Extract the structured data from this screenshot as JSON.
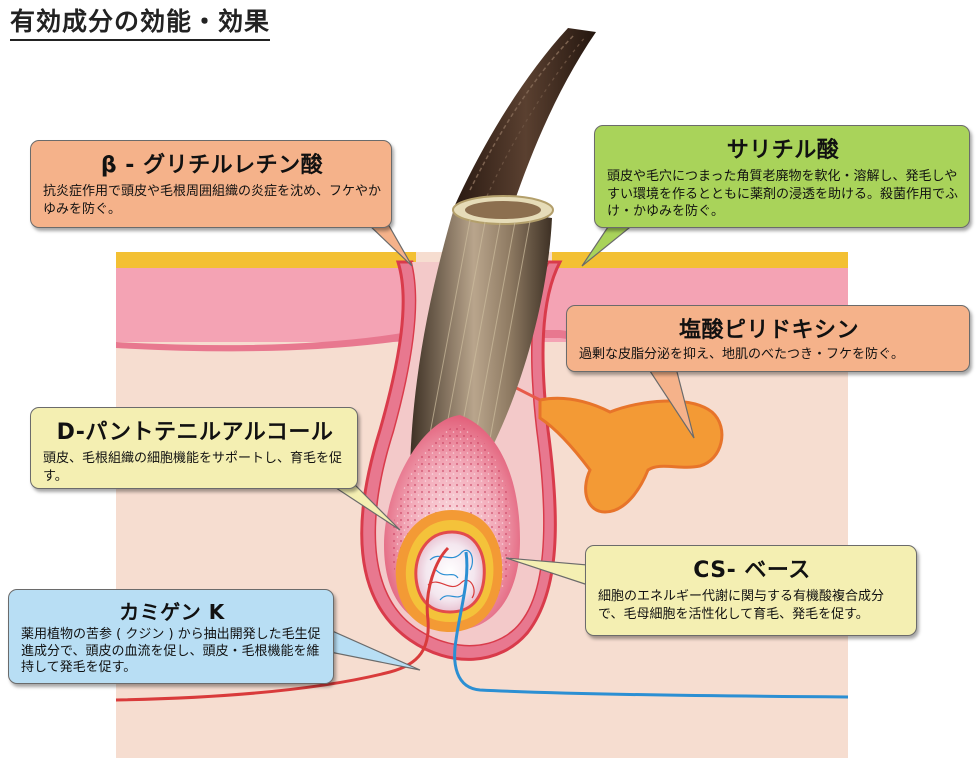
{
  "title": "有効成分の効能・効果",
  "callouts": {
    "beta": {
      "title": "β - グリチルレチン酸",
      "description": "抗炎症作用で頭皮や毛根周囲組織の炎症を沈め、フケやかゆみを防ぐ。",
      "color": "#f5b28a"
    },
    "salicylic": {
      "title": "サリチル酸",
      "description": "頭皮や毛穴につまった角質老廃物を軟化・溶解し、発毛しやすい環境を作るとともに薬剤の浸透を助ける。殺菌作用でふけ・かゆみを防ぐ。",
      "color": "#a9d35a"
    },
    "pyridoxine": {
      "title": "塩酸ピリドキシン",
      "description": "過剰な皮脂分泌を抑え、地肌のべたつき・フケを防ぐ。",
      "color": "#f5b28a"
    },
    "panthenol": {
      "title": "D-パントテニルアルコール",
      "description": "頭皮、毛根組織の細胞機能をサポートし、育毛を促す。",
      "color": "#f4efb2"
    },
    "cs_base": {
      "title": "CS- ベース",
      "description": "細胞のエネルギー代謝に関与する有機酸複合成分で、毛母細胞を活性化して育毛、発毛を促す。",
      "color": "#f4efb2"
    },
    "kamigen": {
      "title": "カミゲン K",
      "description": "薬用植物の苦参 ( クジン ) から抽出開発した毛生促進成分で、頭皮の血流を促し、頭皮・毛根機能を維持して発毛を促す。",
      "color": "#b8def4"
    }
  },
  "colors": {
    "skin_top": "#f3c033",
    "epidermis": "#f4a3b4",
    "dermis": "#f6ddd0",
    "hair_shaft": "#3c2a20",
    "sebaceous_gland": "#f39a35",
    "artery": "#d93b3b",
    "vein": "#2b8fd3"
  }
}
